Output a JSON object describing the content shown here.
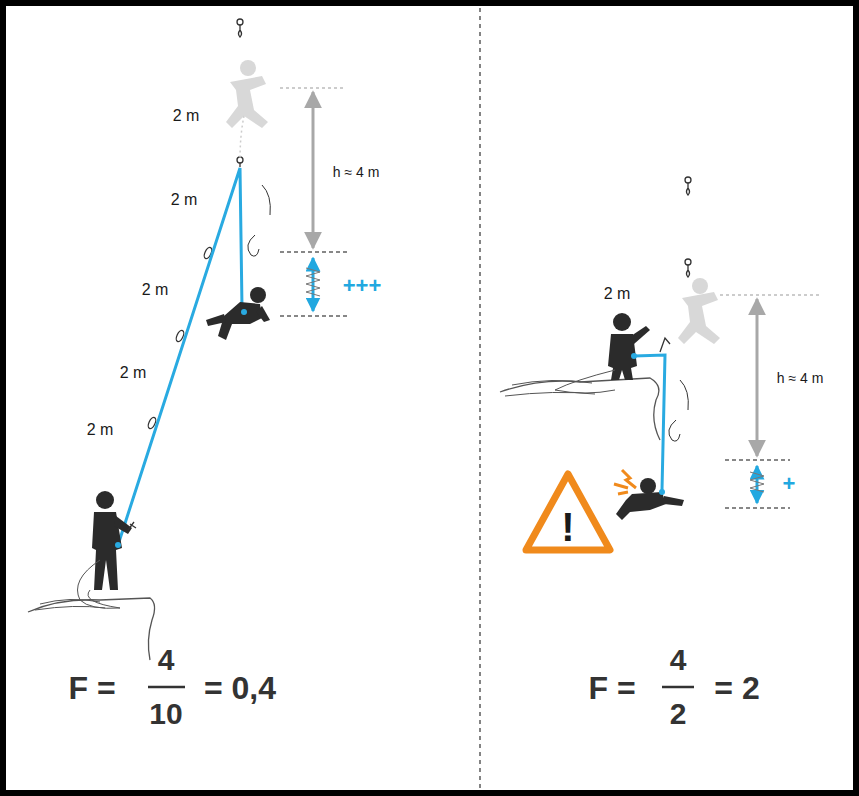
{
  "diagram": {
    "labels": [
      "2 m",
      "2 m",
      "2 m",
      "2 m",
      "2 m",
      "h ≈ 4 m",
      "+++",
      "F =",
      "4",
      "10",
      "= 0,4",
      "2 m",
      "h ≈ 4 m",
      "+",
      "!",
      "F =",
      "4",
      "2",
      "= 2"
    ]
  }
}
